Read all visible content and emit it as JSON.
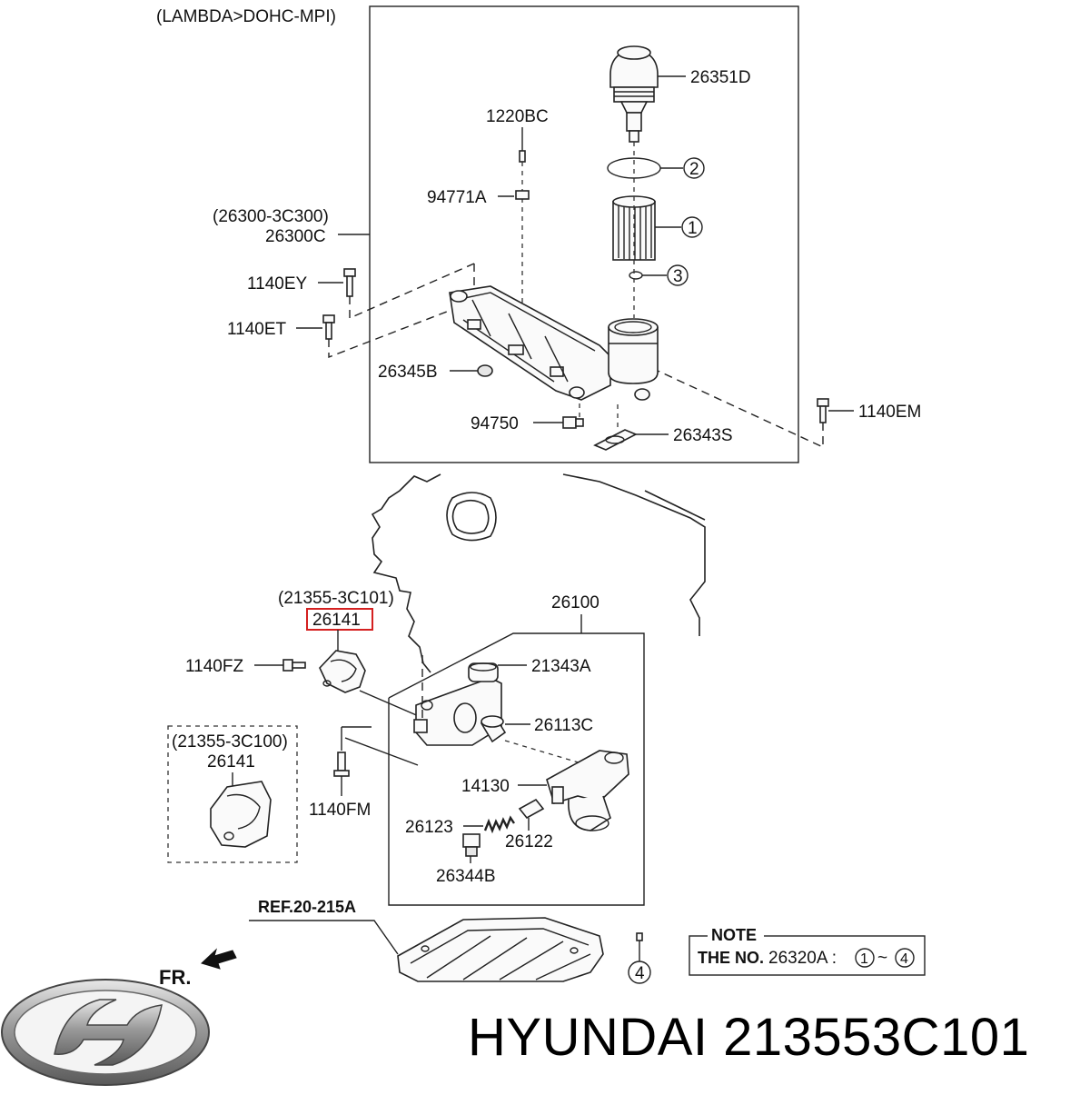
{
  "brand": {
    "caption": "HYUNDAI 213553C101",
    "logo_icon": "hyundai-logo-icon"
  },
  "diagram": {
    "variant_label": "(LAMBDA>DOHC-MPI)",
    "assembly_1_ref": "(26300-3C300)",
    "assembly_1_part": "26300C",
    "assembly_2_part": "26100",
    "highlight_ref": "(21355-3C101)",
    "highlight_part": "26141",
    "alt_ref": "(21355-3C100)",
    "alt_part": "26141",
    "ref_label": "REF.20-215A",
    "fr_label": "FR.",
    "highlight_color": "#d42020",
    "parts": {
      "p26351D": "26351D",
      "p1220BC": "1220BC",
      "p94771A": "94771A",
      "p1140EY": "1140EY",
      "p1140ET": "1140ET",
      "p26345B": "26345B",
      "p94750": "94750",
      "p26343S": "26343S",
      "p1140EM": "1140EM",
      "p1140FZ": "1140FZ",
      "p21343A": "21343A",
      "p26113C": "26113C",
      "p14130": "14130",
      "p26123": "26123",
      "p26122": "26122",
      "p26344B": "26344B",
      "p1140FM": "1140FM"
    },
    "callouts": [
      "1",
      "2",
      "3",
      "4"
    ]
  },
  "note": {
    "title": "NOTE",
    "prefix": "THE NO.",
    "part_no": "26320A :",
    "range_start": "1",
    "range_sep": "~",
    "range_end": "4"
  }
}
